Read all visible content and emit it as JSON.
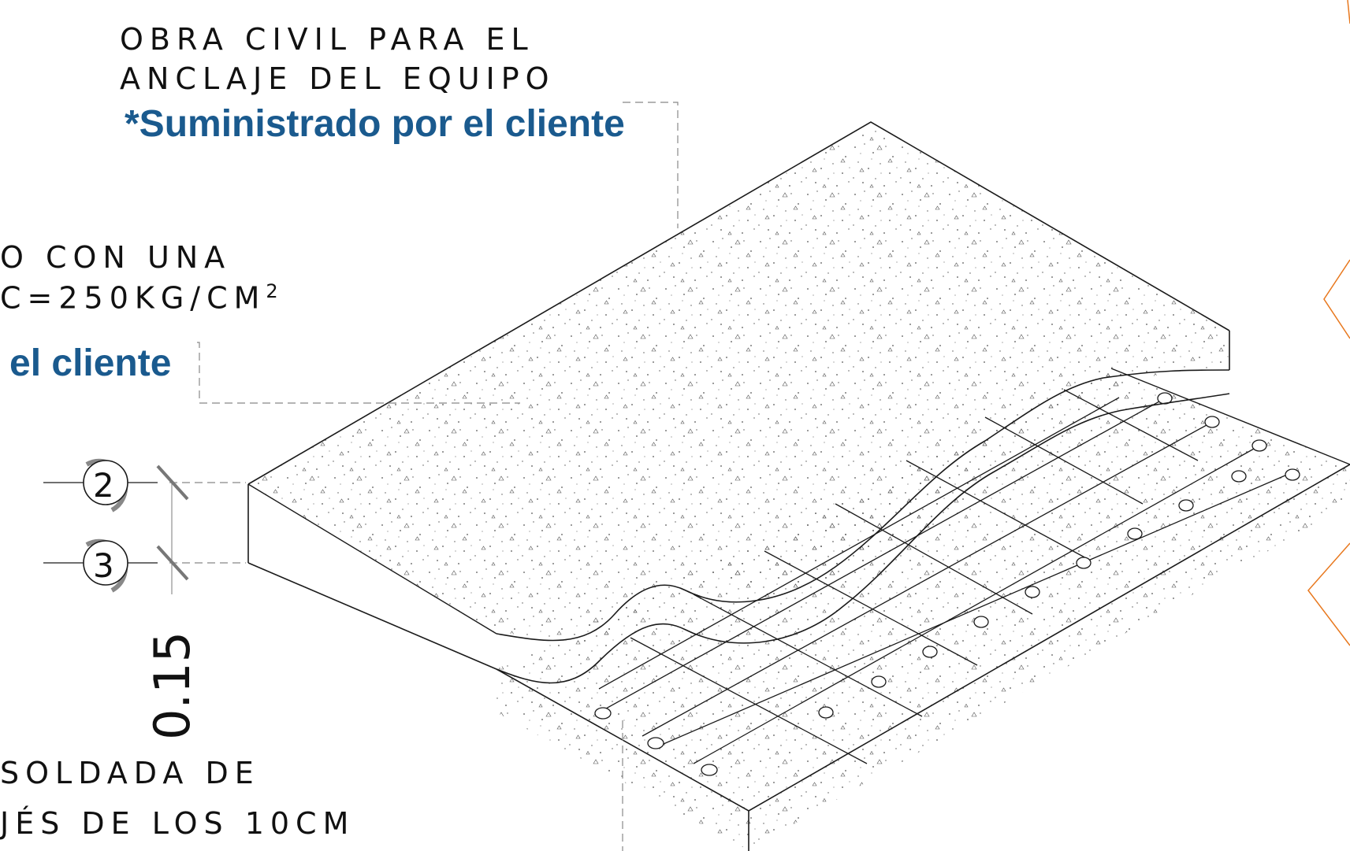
{
  "labels": {
    "title_line1": "OBRA CIVIL PARA EL",
    "title_line2": "ANCLAJE DEL EQUIPO",
    "supplied_top": "*Suministrado por el cliente",
    "concrete_line1": "O CON UNA",
    "concrete_line2_base": "C=250KG/CM",
    "concrete_line2_sup": "2",
    "supplied_mid": "el cliente",
    "mesh_line1": "SOLDADA DE",
    "mesh_line2": "JÉS DE LOS 10CM",
    "dimension": "0.15"
  },
  "markers": [
    {
      "number": "2"
    },
    {
      "number": "3"
    }
  ],
  "colors": {
    "annotation_blue": "#1a5a8e",
    "line": "#1a1a1a",
    "leader": "#888888",
    "accent_orange": "#e8781e"
  }
}
